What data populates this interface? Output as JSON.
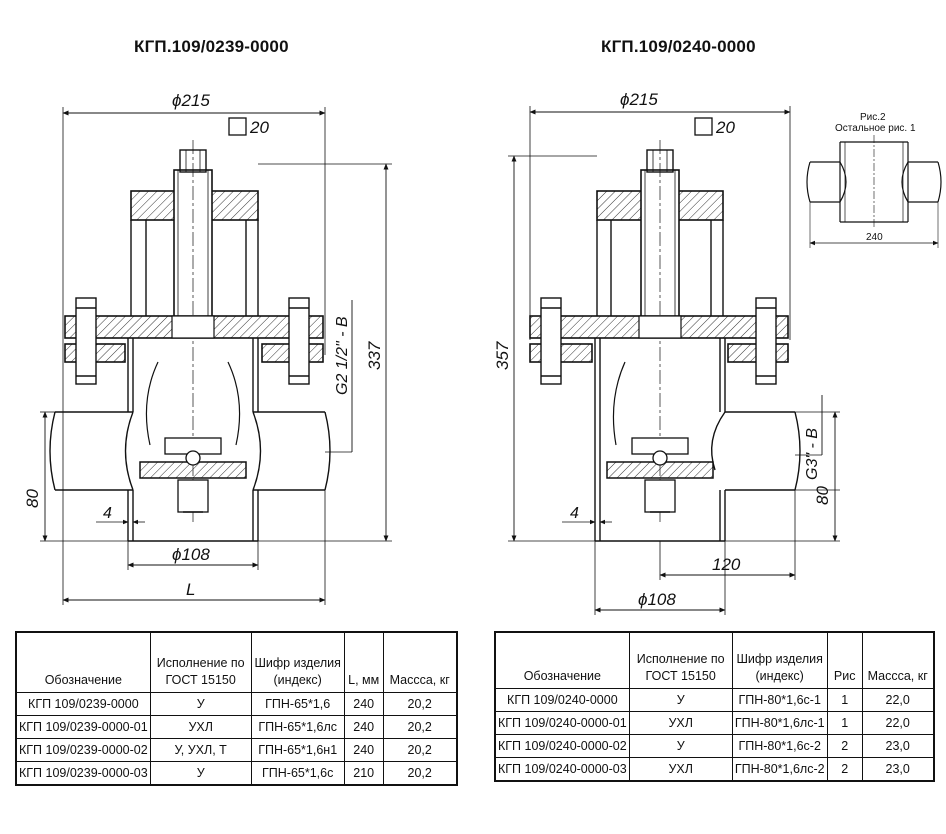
{
  "left": {
    "title": "КГП.109/0239-0000",
    "dims": {
      "d215": "ϕ215",
      "sq20": "20",
      "h337": "337",
      "thread": "G2 1/2\" - B",
      "h80": "80",
      "w4": "4",
      "d108": "ϕ108",
      "L": "L"
    },
    "table": {
      "headers": [
        "Обозначение",
        "Исполнение по ГОСТ 15150",
        "Шифр изделия (индекс)",
        "L, мм",
        "Массса, кг"
      ],
      "rows": [
        [
          "КГП 109/0239-0000",
          "У",
          "ГПН-65*1,6",
          "240",
          "20,2"
        ],
        [
          "КГП 109/0239-0000-01",
          "УХЛ",
          "ГПН-65*1,6лс",
          "240",
          "20,2"
        ],
        [
          "КГП 109/0239-0000-02",
          "У, УХЛ, Т",
          "ГПН-65*1,6н1",
          "240",
          "20,2"
        ],
        [
          "КГП 109/0239-0000-03",
          "У",
          "ГПН-65*1,6с",
          "210",
          "20,2"
        ]
      ]
    }
  },
  "right": {
    "title": "КГП.109/0240-0000",
    "dims": {
      "d215": "ϕ215",
      "sq20": "20",
      "h357": "357",
      "thread": "G3\" - B",
      "h80": "80",
      "w4": "4",
      "w120": "120",
      "d108": "ϕ108"
    },
    "inset": {
      "caption1": "Рис.2",
      "caption2": "Остальное рис. 1",
      "dim240": "240"
    },
    "table": {
      "headers": [
        "Обозначение",
        "Исполнение по ГОСТ 15150",
        "Шифр изделия (индекс)",
        "Рис",
        "Массса, кг"
      ],
      "rows": [
        [
          "КГП 109/0240-0000",
          "У",
          "ГПН-80*1,6с-1",
          "1",
          "22,0"
        ],
        [
          "КГП 109/0240-0000-01",
          "УХЛ",
          "ГПН-80*1,6лс-1",
          "1",
          "22,0"
        ],
        [
          "КГП 109/0240-0000-02",
          "У",
          "ГПН-80*1,6с-2",
          "2",
          "23,0"
        ],
        [
          "КГП 109/0240-0000-03",
          "УХЛ",
          "ГПН-80*1,6лс-2",
          "2",
          "23,0"
        ]
      ]
    }
  }
}
